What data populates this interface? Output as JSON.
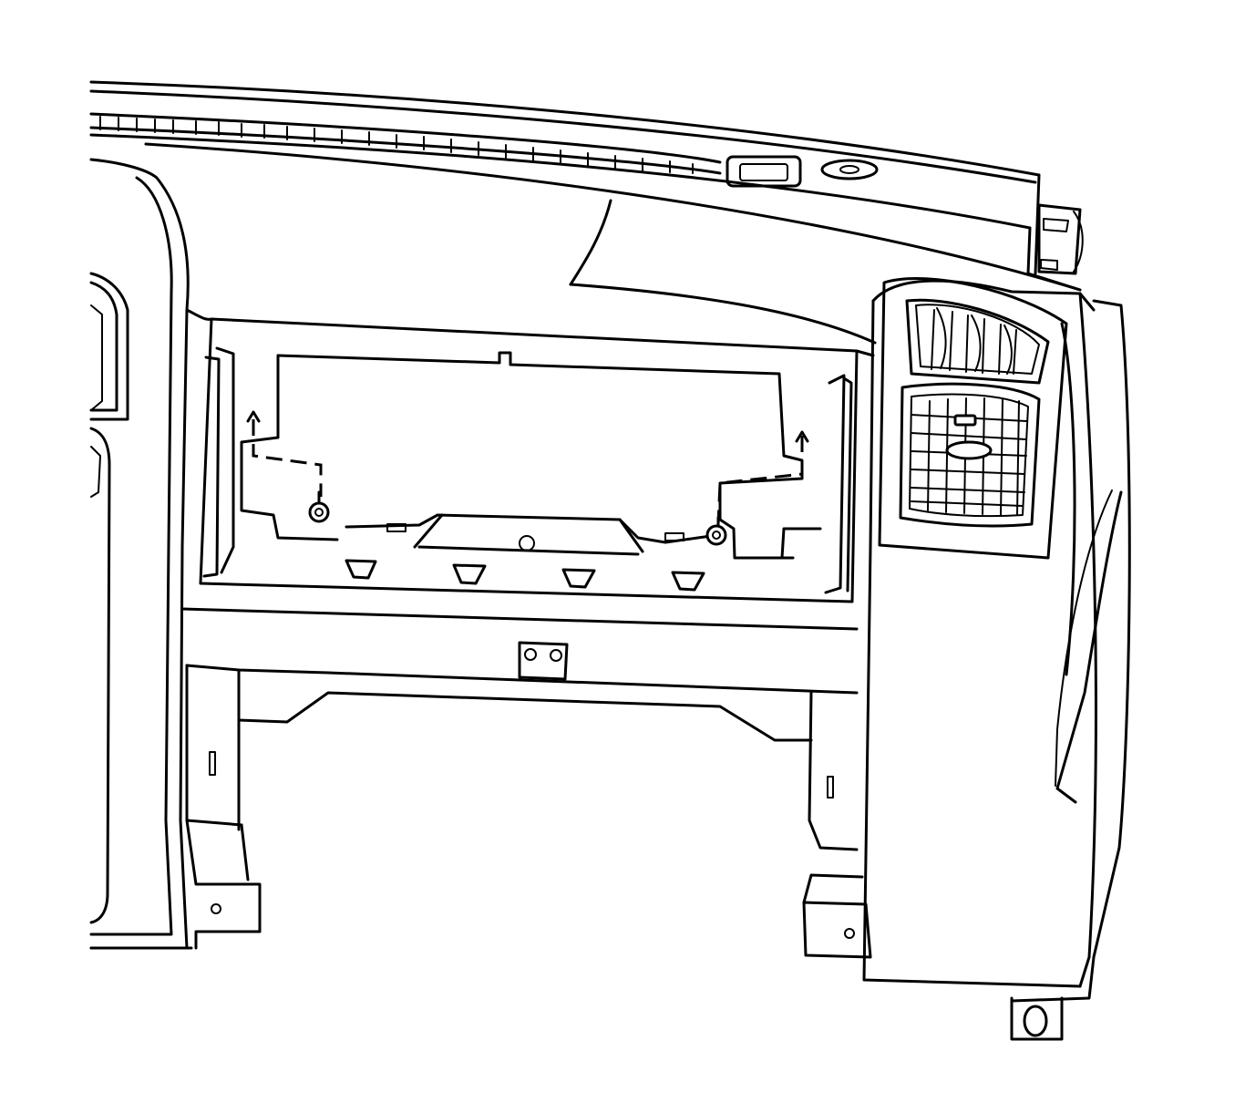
{
  "diagram": {
    "colors": {
      "background": "#ffffff",
      "line": "#000000"
    },
    "fasteners": [
      {
        "name": "left-bolt"
      },
      {
        "name": "right-bolt"
      }
    ],
    "clips": [
      {
        "name": "clip-1"
      },
      {
        "name": "clip-2"
      },
      {
        "name": "clip-3"
      },
      {
        "name": "clip-4"
      }
    ]
  }
}
